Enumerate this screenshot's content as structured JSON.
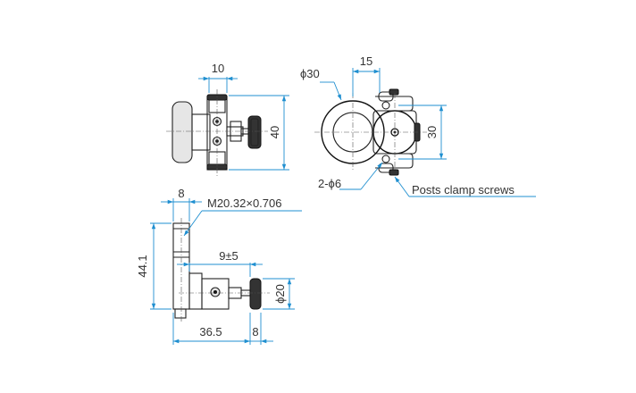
{
  "labels": {
    "top_left_width": "10",
    "top_left_height": "40",
    "ring_diameter": "ϕ30",
    "ring_offset": "15",
    "ring_height": "30",
    "holes": "2-ϕ6",
    "clamp_screws": "Posts clamp screws",
    "side_thickness": "8",
    "thread": "M20.32×0.706",
    "travel": "9±5",
    "side_height": "44.1",
    "knob_diameter": "ϕ20",
    "base_length": "36.5",
    "knob_offset": "8"
  }
}
